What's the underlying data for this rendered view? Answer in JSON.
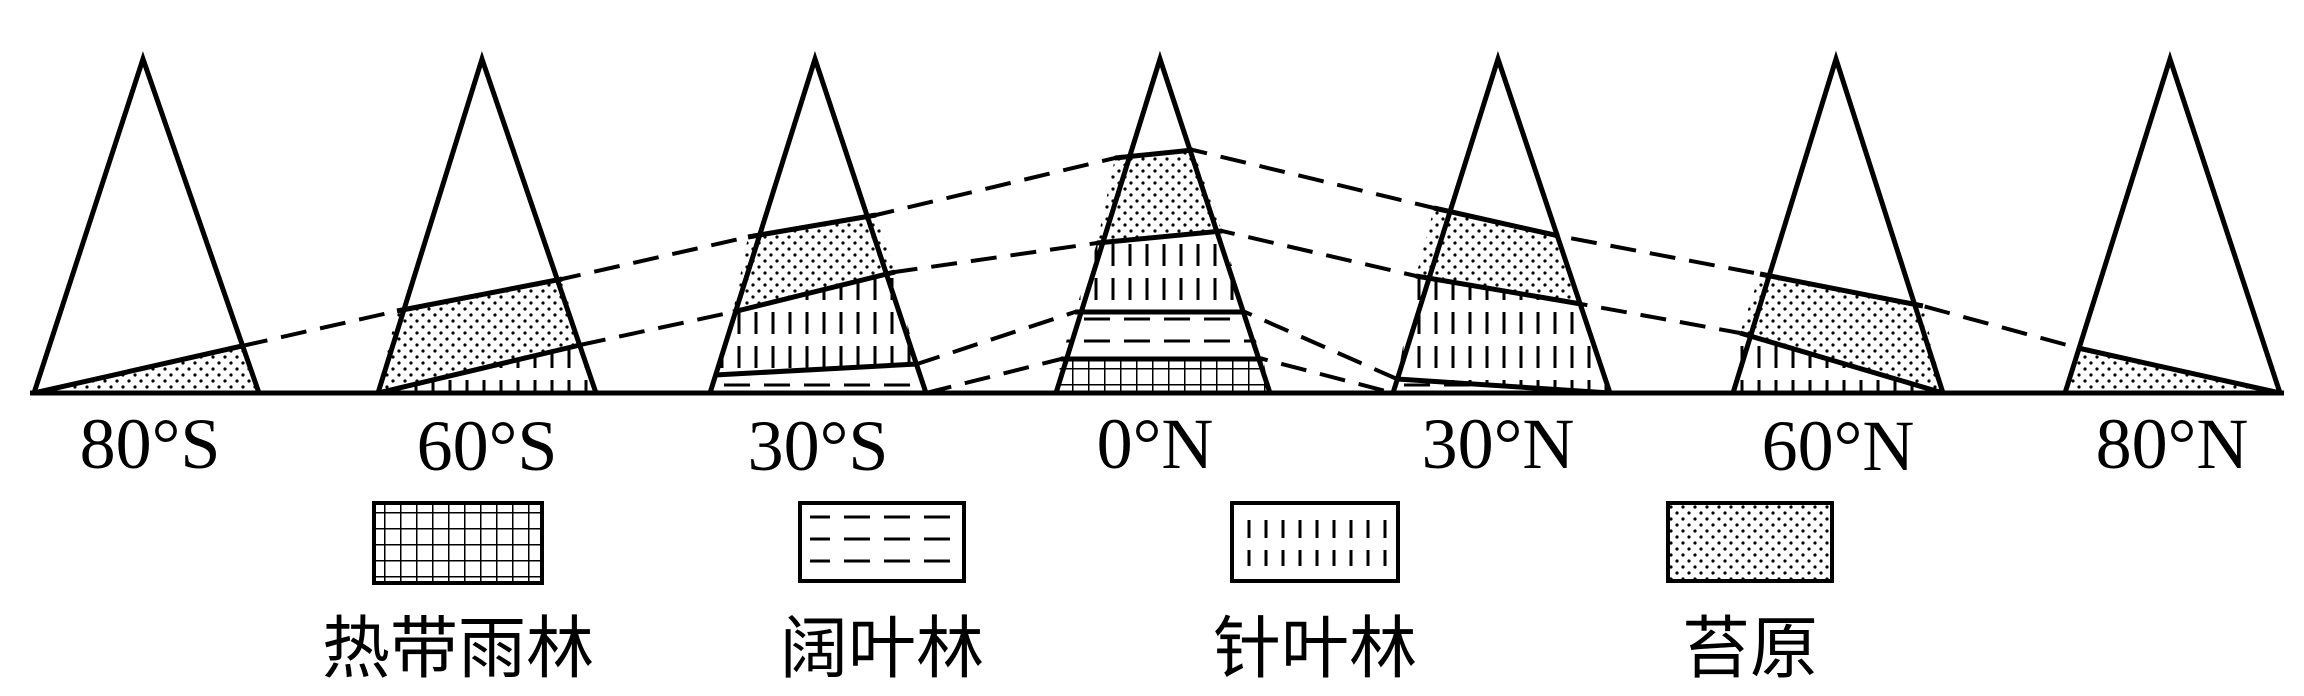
{
  "latitudes": [
    {
      "label": "80°S",
      "zones": [
        "tundra"
      ]
    },
    {
      "label": "60°S",
      "zones": [
        "coniferous_forest",
        "tundra"
      ]
    },
    {
      "label": "30°S",
      "zones": [
        "broadleaf_forest",
        "coniferous_forest",
        "tundra"
      ]
    },
    {
      "label": "0°N",
      "zones": [
        "tropical_rainforest",
        "broadleaf_forest",
        "coniferous_forest",
        "tundra"
      ]
    },
    {
      "label": "30°N",
      "zones": [
        "broadleaf_forest",
        "coniferous_forest",
        "tundra"
      ]
    },
    {
      "label": "60°N",
      "zones": [
        "coniferous_forest",
        "tundra"
      ]
    },
    {
      "label": "80°N",
      "zones": [
        "tundra"
      ]
    }
  ],
  "legend": [
    {
      "key": "tropical_rainforest",
      "label": "热带雨林",
      "pattern": "grid"
    },
    {
      "key": "broadleaf_forest",
      "label": "阔叶林",
      "pattern": "horizontal-dashes"
    },
    {
      "key": "coniferous_forest",
      "label": "针叶林",
      "pattern": "vertical-lines"
    },
    {
      "key": "tundra",
      "label": "苔原",
      "pattern": "dots"
    }
  ]
}
